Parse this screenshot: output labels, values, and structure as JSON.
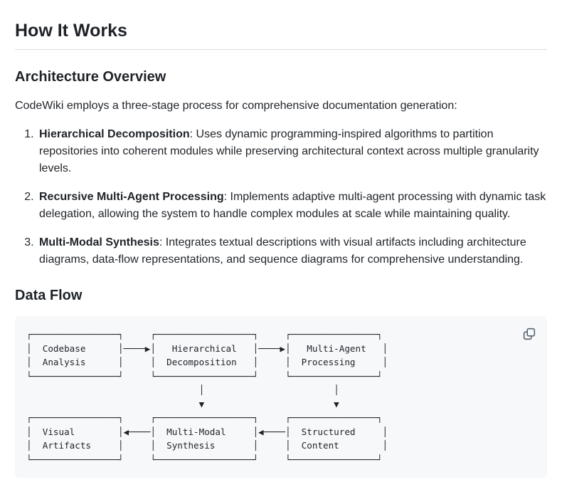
{
  "page": {
    "title": "How It Works"
  },
  "architecture": {
    "heading": "Architecture Overview",
    "intro": "CodeWiki employs a three-stage process for comprehensive documentation generation:",
    "steps": [
      {
        "term": "Hierarchical Decomposition",
        "description": ": Uses dynamic programming-inspired algorithms to partition repositories into coherent modules while preserving architectural context across multiple granularity levels."
      },
      {
        "term": "Recursive Multi-Agent Processing",
        "description": ": Implements adaptive multi-agent processing with dynamic task delegation, allowing the system to handle complex modules at scale while maintaining quality."
      },
      {
        "term": "Multi-Modal Synthesis",
        "description": ": Integrates textual descriptions with visual artifacts including architecture diagrams, data-flow representations, and sequence diagrams for comprehensive understanding."
      }
    ]
  },
  "data_flow": {
    "heading": "Data Flow",
    "diagram_nodes": [
      "Codebase Analysis",
      "Hierarchical Decomposition",
      "Multi-Agent Processing",
      "Structured Content",
      "Multi-Modal Synthesis",
      "Visual Artifacts"
    ],
    "diagram_lines": [
      "┌────────────────┐     ┌──────────────────┐     ┌────────────────┐",
      "│  Codebase      │────▶│   Hierarchical   │────▶│   Multi-Agent   │",
      "│  Analysis      │     │  Decomposition   │     │  Processing     │",
      "└────────────────┘     └──────────────────┘     └────────────────┘",
      "                                │                        │",
      "                                ▼                        ▼",
      "┌────────────────┐     ┌──────────────────┐     ┌────────────────┐",
      "│  Visual        │◀────│  Multi-Modal     │◀────│  Structured     │",
      "│  Artifacts     │     │  Synthesis       │     │  Content        │",
      "└────────────────┘     └──────────────────┘     └────────────────┘"
    ]
  },
  "icons": {
    "copy": "copy-icon"
  },
  "colors": {
    "page_background": "#ffffff",
    "text": "#1f2328",
    "heading_rule": "#d8dee4",
    "code_background": "#f6f8fa",
    "icon_gray": "#59636e"
  }
}
